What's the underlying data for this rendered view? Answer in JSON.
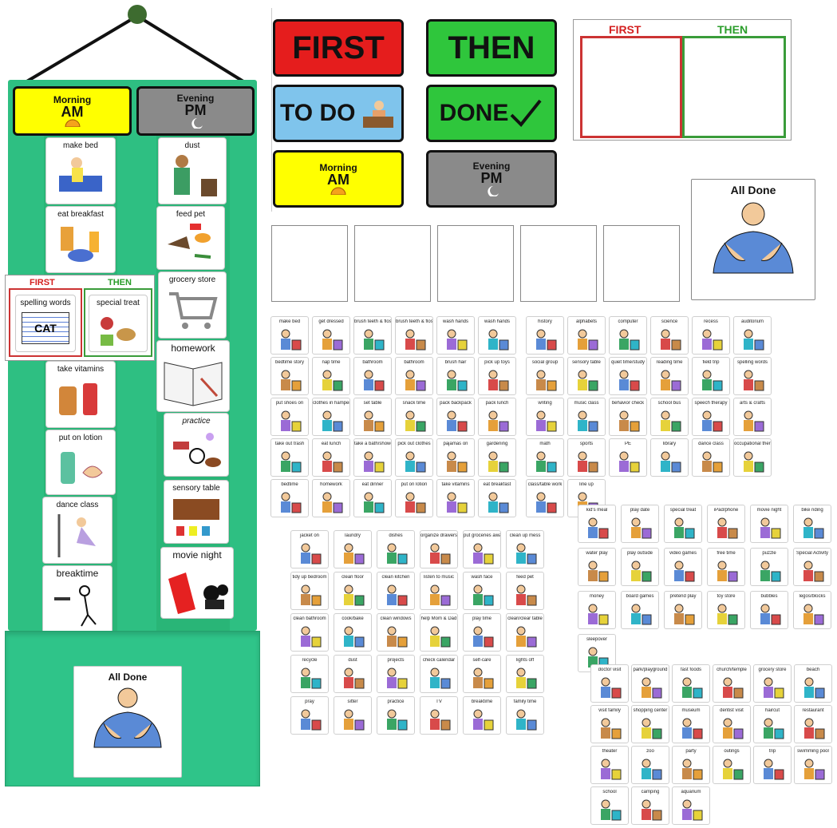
{
  "board": {
    "am": {
      "small": "Morning",
      "big": "AM"
    },
    "pm": {
      "small": "Evening",
      "big": "PM"
    },
    "left_cards": [
      "make bed",
      "eat breakfast",
      "take vitamins",
      "put on lotion",
      "dance class",
      "breaktime"
    ],
    "right_cards": [
      "dust",
      "feed pet",
      "grocery store",
      "homework",
      "practice",
      "sensory table",
      "movie night"
    ],
    "first_then": {
      "first": "FIRST",
      "then": "THEN",
      "first_card": "spelling words",
      "first_card_text": "CAT",
      "then_card": "special treat"
    },
    "all_done": "All Done"
  },
  "headers": {
    "first": "FIRST",
    "then": "THEN",
    "todo": "TO DO",
    "done": "DONE",
    "am": {
      "small": "Morning",
      "big": "AM"
    },
    "pm": {
      "small": "Evening",
      "big": "PM"
    }
  },
  "first_then_board": {
    "first": "FIRST",
    "then": "THEN"
  },
  "all_done_card": "All Done",
  "grid_home_routines": [
    "make bed",
    "get dressed",
    "brush teeth & floss",
    "brush teeth & floss",
    "wash hands",
    "wash hands",
    "bedtime story",
    "nap time",
    "bathroom",
    "bathroom",
    "brush hair",
    "pick up toys",
    "put shoes on",
    "clothes in hamper",
    "set table",
    "snack time",
    "pack backpack",
    "pack lunch",
    "take out trash",
    "eat lunch",
    "take a bath/shower",
    "pick out clothes",
    "pajamas on",
    "gardening",
    "bedtime",
    "homework",
    "eat dinner",
    "put on lotion",
    "take vitamins",
    "eat breakfast"
  ],
  "grid_school": [
    "history",
    "alphabets",
    "computer",
    "science",
    "recess",
    "auditorium",
    "social group",
    "sensory table",
    "quiet time/study",
    "reading time",
    "field trip",
    "spelling words",
    "writing",
    "music class",
    "behavior check",
    "school bus",
    "speech therapy",
    "arts & crafts",
    "math",
    "sports",
    "PE",
    "library",
    "dance class",
    "occupational therapy",
    "class/table work",
    "line up"
  ],
  "grid_chores": [
    "jacket on",
    "laundry",
    "dishes",
    "organize drawers",
    "put groceries away",
    "clean up mess",
    "tidy up bedroom",
    "clean floor",
    "clean kitchen",
    "listen to music",
    "wash face",
    "feed pet",
    "clean bathroom",
    "cook/bake",
    "clean windows",
    "help Mom & Dad",
    "play time",
    "clean/clear table",
    "recycle",
    "dust",
    "projects",
    "check calendar",
    "self-care",
    "lights off",
    "pray",
    "sitter",
    "practice",
    "TV",
    "breaktime",
    "family time"
  ],
  "grid_fun": [
    "kid's meal",
    "play date",
    "special treat",
    "iPad/phone",
    "movie night",
    "bike riding",
    "water play",
    "play outside",
    "video games",
    "free time",
    "puzzle",
    "Special Activity",
    "money",
    "board games",
    "pretend play",
    "toy store",
    "bubbles",
    "legos/blocks",
    "sleepover"
  ],
  "grid_places": [
    "doctor visit",
    "park/playground",
    "fast foods",
    "church/temple",
    "grocery store",
    "beach",
    "visit family",
    "shopping center",
    "museum",
    "dentist visit",
    "haircut",
    "restaurant",
    "theater",
    "zoo",
    "party",
    "outings",
    "trip",
    "swimming pool",
    "school",
    "camping",
    "aquarium"
  ],
  "colors": {
    "board_green": "#2ebf82",
    "first_red": "#e51d1d",
    "then_green": "#2fc63c",
    "todo_blue": "#7fc4ec",
    "am_yellow": "#ffff00",
    "pm_gray": "#8a8a8a"
  }
}
